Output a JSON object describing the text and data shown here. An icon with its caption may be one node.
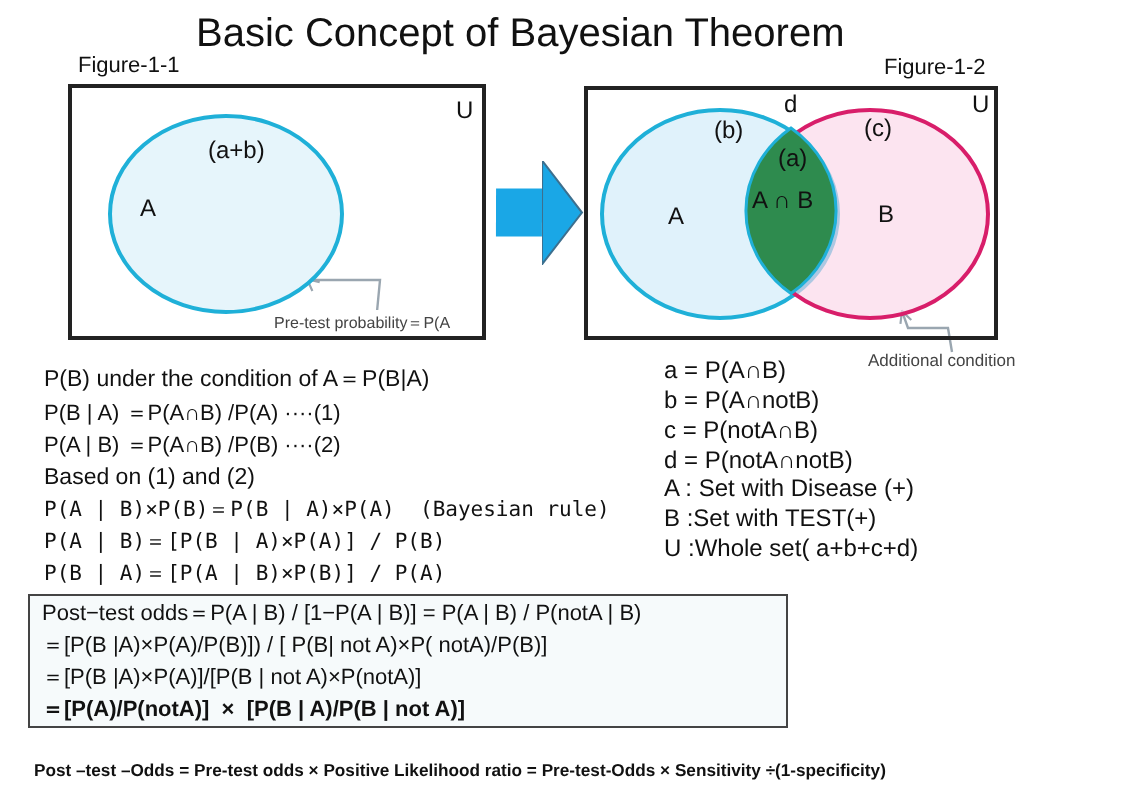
{
  "diagram": {
    "title": "Basic Concept of Bayesian Theorem",
    "nodes": [
      {
        "text": [
          "Figure-1-1",
          "U"
        ]
      },
      {
        "text": [
          "(a+b)",
          "A"
        ],
        "in": 0
      },
      {
        "text": [
          "Pre-test probability＝P(A"
        ],
        "in": 0
      },
      {
        "text": [
          "Figure-1-2",
          "d",
          "U"
        ]
      },
      {
        "text": [
          "(b)",
          "A"
        ],
        "in": 3
      },
      {
        "text": [
          "(c)",
          "B"
        ],
        "in": 3
      },
      {
        "text": [
          "(a)",
          "A ∩ B"
        ]
      },
      {
        "text": [
          "Additional condition"
        ]
      },
      {
        "text": [
          "Post−test odds＝P(A | B) / [1−P(A | B)] = P(A | B) / P(notA | B)",
          "＝[P(B |A)×P(A)/P(B)]) / [ P(B| not A)×P( notA)/P(B)]",
          "＝[P(B |A)×P(A)]/[P(B | not A)×P(notA)]",
          "＝[P(A)/P(notA)]  ×  [P(B | A)/P(B | not A)]"
        ]
      }
    ],
    "edges": [
      {
        "from": 2,
        "to": 1,
        "arrow": "to"
      },
      {
        "from": 0,
        "to": 3,
        "arrow": "to",
        "style": "thick",
        "color": "#1aa7e6"
      },
      {
        "from": 7,
        "to": 5,
        "arrow": "to"
      }
    ],
    "labels": [
      "P(B) under the condition of A＝P(B|A)",
      "P(B | A) ＝P(A∩B) /P(A) ····(1)",
      "P(A | B) ＝P(A∩B) /P(B) ····(2)",
      "Based on (1) and (2)",
      "P(A | B)×P(B)＝P(B | A)×P(A)  (Bayesian rule)",
      "P(A | B)＝[P(B | A)×P(A)] / P(B)",
      "P(B | A)＝[P(A | B)×P(B)] / P(A)",
      "a = P(A∩B)",
      "b = P(A∩notB)",
      "c = P(notA∩B)",
      "d = P(notA∩notB)",
      "A : Set with Disease (+)",
      "B :Set with TEST(+)",
      "U :Whole set( a+b+c+d)",
      "Post –test –Odds = Pre-test odds × Positive Likelihood ratio = Pre-test-Odds × Sensitivity ÷(1-specificity)"
    ]
  }
}
